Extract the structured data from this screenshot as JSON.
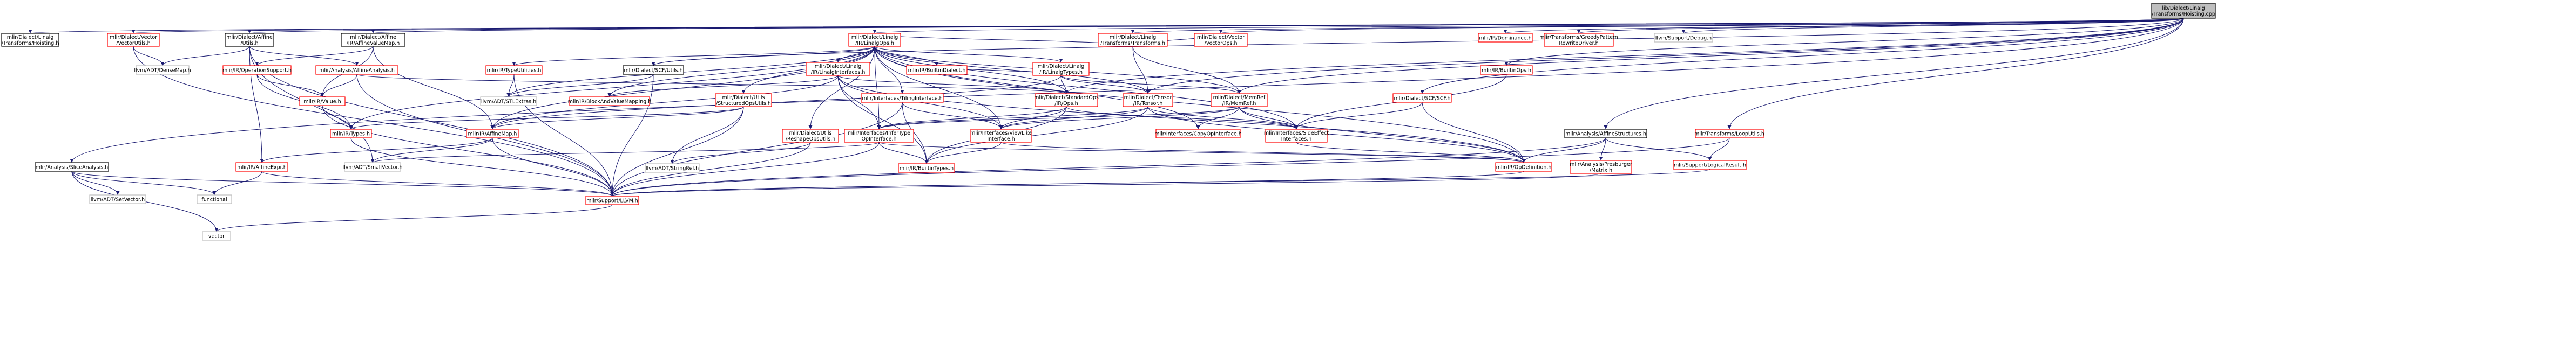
{
  "colors": {
    "root_fill": "#bfbfbf",
    "normal_fill": "#ffffff",
    "normal_border": "#000000",
    "linked_border": "#ff0000",
    "plain_border": "#bfbfbf",
    "edge": "#191970"
  },
  "nodes": [
    {
      "id": "root",
      "lines": [
        "lib/Dialect/Linalg",
        "/Transforms/Hoisting.cpp"
      ],
      "style": "root"
    },
    {
      "id": "n_hoisting_h",
      "lines": [
        "mlir/Dialect/Linalg",
        "/Transforms/Hoisting.h"
      ],
      "style": "normal"
    },
    {
      "id": "n_vector_utils",
      "lines": [
        "mlir/Dialect/Vector",
        "/VectorUtils.h"
      ],
      "style": "linked"
    },
    {
      "id": "n_affine_utils",
      "lines": [
        "mlir/Dialect/Affine",
        "/Utils.h"
      ],
      "style": "normal"
    },
    {
      "id": "n_affine_value_map",
      "lines": [
        "mlir/Dialect/Affine",
        "/IR/AffineValueMap.h"
      ],
      "style": "normal"
    },
    {
      "id": "n_linalg_ops",
      "lines": [
        "mlir/Dialect/Linalg",
        "/IR/LinalgOps.h"
      ],
      "style": "linked"
    },
    {
      "id": "n_linalg_transforms",
      "lines": [
        "mlir/Dialect/Linalg",
        "/Transforms/Transforms.h"
      ],
      "style": "linked"
    },
    {
      "id": "n_vector_ops",
      "lines": [
        "mlir/Dialect/Vector",
        "/VectorOps.h"
      ],
      "style": "linked"
    },
    {
      "id": "n_dominance",
      "lines": [
        "mlir/IR/Dominance.h"
      ],
      "style": "linked"
    },
    {
      "id": "n_greedy",
      "lines": [
        "mlir/Transforms/GreedyPattern",
        "RewriteDriver.h"
      ],
      "style": "linked"
    },
    {
      "id": "n_debug",
      "lines": [
        "llvm/Support/Debug.h"
      ],
      "style": "plain"
    },
    {
      "id": "n_dense_map",
      "lines": [
        "llvm/ADT/DenseMap.h"
      ],
      "style": "plain"
    },
    {
      "id": "n_op_support",
      "lines": [
        "mlir/IR/OperationSupport.h"
      ],
      "style": "linked"
    },
    {
      "id": "n_affine_analysis",
      "lines": [
        "mlir/Analysis/AffineAnalysis.h"
      ],
      "style": "linked"
    },
    {
      "id": "n_types_utilities",
      "lines": [
        "mlir/IR/TypeUtilities.h"
      ],
      "style": "linked"
    },
    {
      "id": "n_scf_utils",
      "lines": [
        "mlir/Dialect/SCF/Utils.h"
      ],
      "style": "normal"
    },
    {
      "id": "n_builtin_dialect",
      "lines": [
        "mlir/IR/BuiltinDialect.h"
      ],
      "style": "linked"
    },
    {
      "id": "n_linalg_interfaces",
      "lines": [
        "mlir/Dialect/Linalg",
        "/IR/LinalgInterfaces.h"
      ],
      "style": "linked"
    },
    {
      "id": "n_linalg_types",
      "lines": [
        "mlir/Dialect/Linalg",
        "/IR/LinalgTypes.h"
      ],
      "style": "linked"
    },
    {
      "id": "n_builtin_ops",
      "lines": [
        "mlir/IR/BuiltinOps.h"
      ],
      "style": "linked"
    },
    {
      "id": "n_ist_extras",
      "lines": [
        "llvm/ADT/STLExtras.h"
      ],
      "style": "plain"
    },
    {
      "id": "n_value",
      "lines": [
        "mlir/IR/Value.h"
      ],
      "style": "linked"
    },
    {
      "id": "n_block_value_mapping",
      "lines": [
        "mlir/IR/BlockAndValueMapping.h"
      ],
      "style": "linked"
    },
    {
      "id": "n_structured_ops_utils",
      "lines": [
        "mlir/Dialect/Utils",
        "/StructuredOpsUtils.h"
      ],
      "style": "linked"
    },
    {
      "id": "n_tiling_interface",
      "lines": [
        "mlir/Interfaces/TilingInterface.h"
      ],
      "style": "linked"
    },
    {
      "id": "n_std_ops",
      "lines": [
        "mlir/Dialect/StandardOps",
        "/IR/Ops.h"
      ],
      "style": "linked"
    },
    {
      "id": "n_tensor",
      "lines": [
        "mlir/Dialect/Tensor",
        "/IR/Tensor.h"
      ],
      "style": "linked"
    },
    {
      "id": "n_memref",
      "lines": [
        "mlir/Dialect/MemRef",
        "/IR/MemRef.h"
      ],
      "style": "linked"
    },
    {
      "id": "n_scf",
      "lines": [
        "mlir/Dialect/SCF/SCF.h"
      ],
      "style": "linked"
    },
    {
      "id": "n_types",
      "lines": [
        "mlir/IR/Types.h"
      ],
      "style": "linked"
    },
    {
      "id": "n_affine_map",
      "lines": [
        "mlir/IR/AffineMap.h"
      ],
      "style": "linked"
    },
    {
      "id": "n_reshape_ops_utils",
      "lines": [
        "mlir/Dialect/Utils",
        "/ReshapeOpsUtils.h"
      ],
      "style": "linked"
    },
    {
      "id": "n_infer_type",
      "lines": [
        "mlir/Interfaces/InferType",
        "OpInterface.h"
      ],
      "style": "linked"
    },
    {
      "id": "n_view_like",
      "lines": [
        "mlir/Interfaces/ViewLike",
        "Interface.h"
      ],
      "style": "linked"
    },
    {
      "id": "n_copy_op",
      "lines": [
        "mlir/Interfaces/CopyOpInterface.h"
      ],
      "style": "linked"
    },
    {
      "id": "n_side_effect",
      "lines": [
        "mlir/Interfaces/SideEffect",
        "Interfaces.h"
      ],
      "style": "linked"
    },
    {
      "id": "n_affine_structures",
      "lines": [
        "mlir/Analysis/AffineStructures.h"
      ],
      "style": "normal"
    },
    {
      "id": "n_loop_utils",
      "lines": [
        "mlir/Transforms/LoopUtils.h"
      ],
      "style": "linked"
    },
    {
      "id": "n_slice_analysis",
      "lines": [
        "mlir/Analysis/SliceAnalysis.h"
      ],
      "style": "normal"
    },
    {
      "id": "n_affine_expr",
      "lines": [
        "mlir/IR/AffineExpr.h"
      ],
      "style": "linked"
    },
    {
      "id": "n_small_vector",
      "lines": [
        "llvm/ADT/SmallVector.h"
      ],
      "style": "plain"
    },
    {
      "id": "n_string_ref",
      "lines": [
        "llvm/ADT/StringRef.h"
      ],
      "style": "plain"
    },
    {
      "id": "n_builtin_types",
      "lines": [
        "mlir/IR/BuiltinTypes.h"
      ],
      "style": "linked"
    },
    {
      "id": "n_op_definition",
      "lines": [
        "mlir/IR/OpDefinition.h"
      ],
      "style": "linked"
    },
    {
      "id": "n_presburger",
      "lines": [
        "mlir/Analysis/Presburger",
        "/Matrix.h"
      ],
      "style": "linked"
    },
    {
      "id": "n_logical_result",
      "lines": [
        "mlir/Support/LogicalResult.h"
      ],
      "style": "linked"
    },
    {
      "id": "n_set_vector",
      "lines": [
        "llvm/ADT/SetVector.h"
      ],
      "style": "plain"
    },
    {
      "id": "n_functional",
      "lines": [
        "functional"
      ],
      "style": "plain"
    },
    {
      "id": "n_llvm",
      "lines": [
        "mlir/Support/LLVM.h"
      ],
      "style": "linked"
    },
    {
      "id": "n_vector",
      "lines": [
        "vector"
      ],
      "style": "plain"
    }
  ],
  "edges": [
    [
      "root",
      "n_hoisting_h"
    ],
    [
      "root",
      "n_vector_utils"
    ],
    [
      "root",
      "n_affine_utils"
    ],
    [
      "root",
      "n_affine_value_map"
    ],
    [
      "root",
      "n_linalg_ops"
    ],
    [
      "root",
      "n_linalg_transforms"
    ],
    [
      "root",
      "n_vector_ops"
    ],
    [
      "root",
      "n_dominance"
    ],
    [
      "root",
      "n_greedy"
    ],
    [
      "root",
      "n_debug"
    ],
    [
      "root",
      "n_scf_utils"
    ],
    [
      "root",
      "n_std_ops"
    ],
    [
      "root",
      "n_tensor"
    ],
    [
      "root",
      "n_builtin_ops"
    ],
    [
      "root",
      "n_scf"
    ],
    [
      "root",
      "n_affine_structures"
    ],
    [
      "root",
      "n_loop_utils"
    ],
    [
      "root",
      "n_slice_analysis"
    ],
    [
      "root",
      "n_memref"
    ],
    [
      "n_vector_utils",
      "n_dense_map"
    ],
    [
      "n_vector_utils",
      "n_llvm"
    ],
    [
      "n_affine_utils",
      "n_affine_analysis"
    ],
    [
      "n_affine_utils",
      "n_affine_expr"
    ],
    [
      "n_affine_utils",
      "n_llvm"
    ],
    [
      "n_affine_utils",
      "n_dense_map"
    ],
    [
      "n_affine_utils",
      "n_small_vector"
    ],
    [
      "n_affine_value_map",
      "n_op_support"
    ],
    [
      "n_affine_value_map",
      "n_value"
    ],
    [
      "n_affine_value_map",
      "n_affine_map"
    ],
    [
      "n_op_support",
      "n_value"
    ],
    [
      "n_op_support",
      "n_types"
    ],
    [
      "n_affine_analysis",
      "n_value"
    ],
    [
      "n_affine_analysis",
      "n_llvm"
    ],
    [
      "n_affine_analysis",
      "n_std_ops"
    ],
    [
      "n_value",
      "n_types"
    ],
    [
      "n_value",
      "n_llvm"
    ],
    [
      "n_linalg_ops",
      "n_linalg_interfaces"
    ],
    [
      "n_linalg_ops",
      "n_linalg_types"
    ],
    [
      "n_linalg_ops",
      "n_structured_ops_utils"
    ],
    [
      "n_linalg_ops",
      "n_tiling_interface"
    ],
    [
      "n_linalg_ops",
      "n_std_ops"
    ],
    [
      "n_linalg_ops",
      "n_tensor"
    ],
    [
      "n_linalg_ops",
      "n_memref"
    ],
    [
      "n_linalg_ops",
      "n_builtin_dialect"
    ],
    [
      "n_linalg_ops",
      "n_types_utilities"
    ],
    [
      "n_linalg_ops",
      "n_scf_utils"
    ],
    [
      "n_linalg_ops",
      "n_block_value_mapping"
    ],
    [
      "n_linalg_ops",
      "n_reshape_ops_utils"
    ],
    [
      "n_linalg_ops",
      "n_infer_type"
    ],
    [
      "n_linalg_ops",
      "n_view_like"
    ],
    [
      "n_linalg_ops",
      "n_copy_op"
    ],
    [
      "n_linalg_ops",
      "n_side_effect"
    ],
    [
      "n_linalg_ops",
      "n_affine_map"
    ],
    [
      "n_linalg_ops",
      "n_types"
    ],
    [
      "n_linalg_ops",
      "n_ist_extras"
    ],
    [
      "n_linalg_ops",
      "n_op_definition"
    ],
    [
      "n_linalg_transforms",
      "n_linalg_ops"
    ],
    [
      "n_linalg_transforms",
      "n_tensor"
    ],
    [
      "n_linalg_transforms",
      "n_memref"
    ],
    [
      "n_linalg_transforms",
      "n_vector_ops"
    ],
    [
      "n_types_utilities",
      "n_ist_extras"
    ],
    [
      "n_types_utilities",
      "n_llvm"
    ],
    [
      "n_scf_utils",
      "n_ist_extras"
    ],
    [
      "n_scf_utils",
      "n_llvm"
    ],
    [
      "n_linalg_interfaces",
      "n_block_value_mapping"
    ],
    [
      "n_linalg_interfaces",
      "n_builtin_types"
    ],
    [
      "n_linalg_interfaces",
      "n_affine_map"
    ],
    [
      "n_linalg_interfaces",
      "n_infer_type"
    ],
    [
      "n_linalg_interfaces",
      "n_view_like"
    ],
    [
      "n_linalg_interfaces",
      "n_std_ops"
    ],
    [
      "n_linalg_interfaces",
      "n_op_definition"
    ],
    [
      "n_linalg_types",
      "n_std_ops"
    ],
    [
      "n_linalg_types",
      "n_memref"
    ],
    [
      "n_linalg_types",
      "n_tensor"
    ],
    [
      "n_linalg_types",
      "n_affine_map"
    ],
    [
      "n_linalg_types",
      "n_builtin_dialect"
    ],
    [
      "n_builtin_ops",
      "n_side_effect"
    ],
    [
      "n_structured_ops_utils",
      "n_affine_map"
    ],
    [
      "n_structured_ops_utils",
      "n_string_ref"
    ],
    [
      "n_structured_ops_utils",
      "n_llvm"
    ],
    [
      "n_structured_ops_utils",
      "n_types"
    ],
    [
      "n_tiling_interface",
      "n_builtin_types"
    ],
    [
      "n_tiling_interface",
      "n_view_like"
    ],
    [
      "n_tiling_interface",
      "n_llvm"
    ],
    [
      "n_std_ops",
      "n_builtin_types"
    ],
    [
      "n_std_ops",
      "n_view_like"
    ],
    [
      "n_std_ops",
      "n_infer_type"
    ],
    [
      "n_std_ops",
      "n_side_effect"
    ],
    [
      "n_tensor",
      "n_infer_type"
    ],
    [
      "n_tensor",
      "n_view_like"
    ],
    [
      "n_tensor",
      "n_side_effect"
    ],
    [
      "n_tensor",
      "n_op_definition"
    ],
    [
      "n_tensor",
      "n_builtin_types"
    ],
    [
      "n_memref",
      "n_copy_op"
    ],
    [
      "n_memref",
      "n_view_like"
    ],
    [
      "n_memref",
      "n_side_effect"
    ],
    [
      "n_memref",
      "n_infer_type"
    ],
    [
      "n_memref",
      "n_op_definition"
    ],
    [
      "n_scf",
      "n_side_effect"
    ],
    [
      "n_scf",
      "n_op_definition"
    ],
    [
      "n_types",
      "n_llvm"
    ],
    [
      "n_affine_map",
      "n_affine_expr"
    ],
    [
      "n_affine_map",
      "n_llvm"
    ],
    [
      "n_affine_map",
      "n_small_vector"
    ],
    [
      "n_reshape_ops_utils",
      "n_string_ref"
    ],
    [
      "n_reshape_ops_utils",
      "n_llvm"
    ],
    [
      "n_infer_type",
      "n_builtin_types"
    ],
    [
      "n_infer_type",
      "n_op_definition"
    ],
    [
      "n_infer_type",
      "n_llvm"
    ],
    [
      "n_infer_type",
      "n_small_vector"
    ],
    [
      "n_view_like",
      "n_builtin_types"
    ],
    [
      "n_view_like",
      "n_op_definition"
    ],
    [
      "n_side_effect",
      "n_op_definition"
    ],
    [
      "n_affine_structures",
      "n_op_definition"
    ],
    [
      "n_affine_structures",
      "n_presburger"
    ],
    [
      "n_affine_structures",
      "n_logical_result"
    ],
    [
      "n_affine_structures",
      "n_llvm"
    ],
    [
      "n_loop_utils",
      "n_logical_result"
    ],
    [
      "n_loop_utils",
      "n_llvm"
    ],
    [
      "n_slice_analysis",
      "n_set_vector"
    ],
    [
      "n_slice_analysis",
      "n_functional"
    ],
    [
      "n_slice_analysis",
      "n_vector"
    ],
    [
      "n_slice_analysis",
      "n_llvm"
    ],
    [
      "n_affine_expr",
      "n_functional"
    ],
    [
      "n_affine_expr",
      "n_llvm"
    ],
    [
      "n_presburger",
      "n_llvm"
    ],
    [
      "n_logical_result",
      "n_llvm"
    ],
    [
      "n_llvm",
      "n_vector"
    ],
    [
      "n_op_definition",
      "n_llvm"
    ]
  ]
}
